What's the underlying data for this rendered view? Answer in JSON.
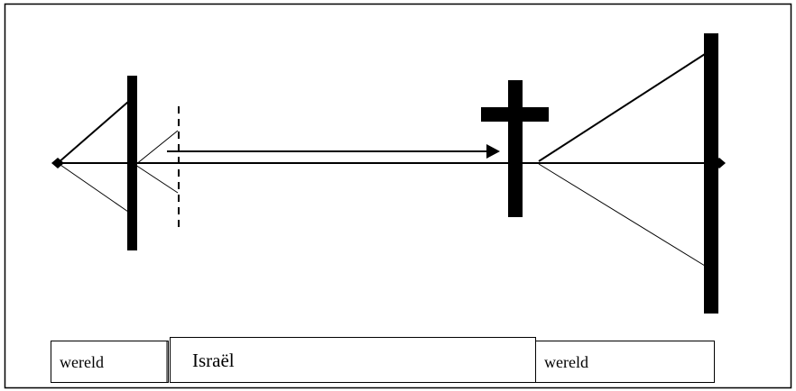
{
  "labels": {
    "left_world": "wereld",
    "israel": "Israël",
    "right_world": "wereld"
  },
  "colors": {
    "ink": "#000000",
    "background": "#ffffff"
  },
  "icons": {
    "cross": "cross-icon",
    "diamond": "diamond-icon",
    "arrow": "arrow-head-icon"
  }
}
